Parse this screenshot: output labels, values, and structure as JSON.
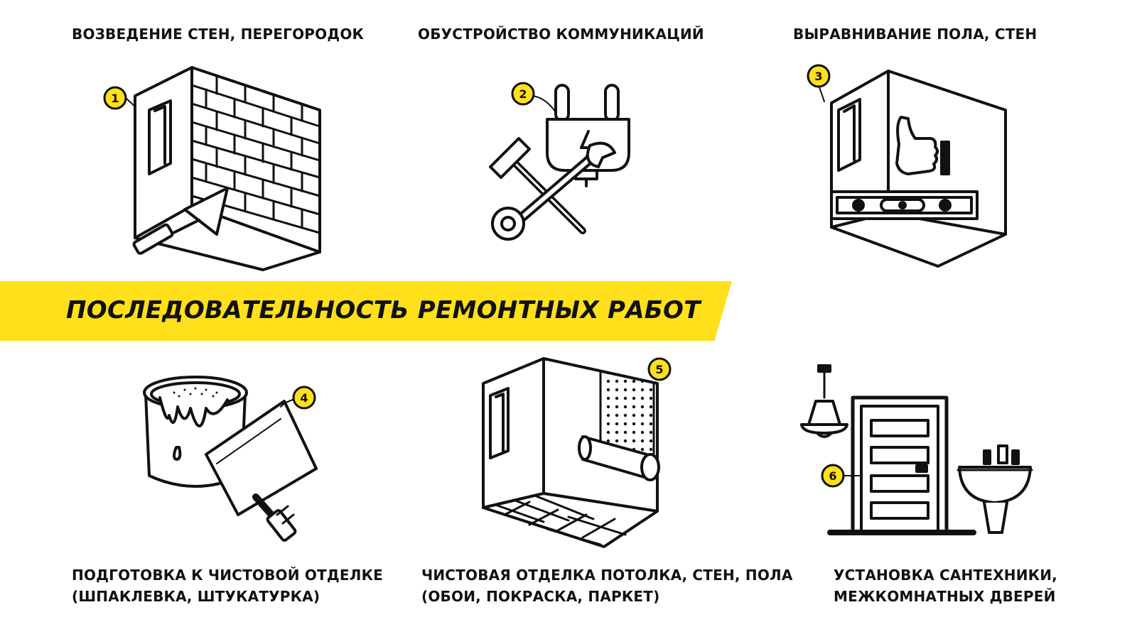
{
  "banner": {
    "title": "ПОСЛЕДОВАТЕЛЬНОСТЬ РЕМОНТНЫХ РАБОТ",
    "color": "#FFE01A"
  },
  "steps": [
    {
      "number": "1",
      "icon": "brick-wall-trowel-icon",
      "lines": [
        "ВОЗВЕДЕНИЕ СТЕН, ПЕРЕГОРОДОК"
      ]
    },
    {
      "number": "2",
      "icon": "plug-hammer-wrench-icon",
      "lines": [
        "ОБУСТРОЙСТВО КОММУНИКАЦИЙ"
      ]
    },
    {
      "number": "3",
      "icon": "level-thumbs-up-icon",
      "lines": [
        "ВЫРАВНИВАНИЕ ПОЛА, СТЕН"
      ]
    },
    {
      "number": "4",
      "icon": "paint-bucket-spatula-icon",
      "lines": [
        "ПОДГОТОВКА К ЧИСТОВОЙ ОТДЕЛКЕ",
        "(ШПАКЛЕВКА, ШТУКАТУРКА)"
      ]
    },
    {
      "number": "5",
      "icon": "room-wallpaper-parquet-icon",
      "lines": [
        "ЧИСТОВАЯ ОТДЕЛКА ПОТОЛКА, СТЕН, ПОЛА",
        "(ОБОИ, ПОКРАСКА, ПАРКЕТ)"
      ]
    },
    {
      "number": "6",
      "icon": "door-lamp-sink-icon",
      "lines": [
        "УСТАНОВКА САНТЕХНИКИ,",
        "МЕЖКОМНАТНЫХ ДВЕРЕЙ"
      ]
    }
  ],
  "colors": {
    "accent": "#FFE01A",
    "ink": "#111111",
    "background": "#FFFFFF"
  }
}
